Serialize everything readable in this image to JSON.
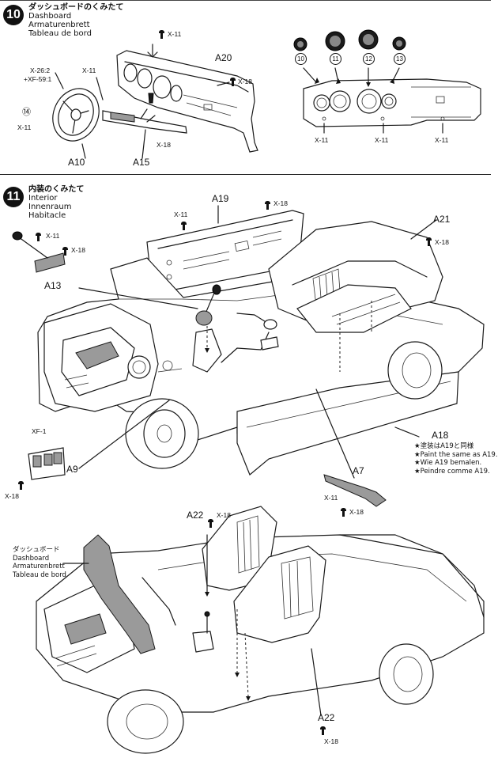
{
  "steps": [
    {
      "number": "10",
      "title_jp": "ダッシュボードのくみたて",
      "title_en": "Dashboard",
      "title_de": "Armaturenbrett",
      "title_fr": "Tableau de bord"
    },
    {
      "number": "11",
      "title_jp": "内装のくみたて",
      "title_en": "Interior",
      "title_de": "Innenraum",
      "title_fr": "Habitacle"
    }
  ],
  "parts": {
    "a20": "A20",
    "a10": "A10",
    "a15": "A15",
    "a19": "A19",
    "a21": "A21",
    "a13": "A13",
    "a18": "A18",
    "a9": "A9",
    "a7": "A7",
    "a22_top": "A22",
    "a22_bottom": "A22",
    "xf1": "XF-1"
  },
  "hardware": {
    "x11": "X-11",
    "x18": "X-18",
    "x26": "X-26:2",
    "xf59": "+XF-59:1"
  },
  "callouts": {
    "c10": "⑩",
    "c11": "⑪",
    "c12": "⑫",
    "c13": "⑬",
    "c14": "⑭"
  },
  "gauge_circles": [
    "10",
    "11",
    "12",
    "13"
  ],
  "steering_circle": "14",
  "paint_note": {
    "jp": "★塗装はA19と同様",
    "en": "★Paint the same as A19.",
    "de": "★Wie A19 bemalen.",
    "fr": "★Peindre comme A19."
  },
  "dashboard_label": {
    "jp": "ダッシュボード",
    "en": "Dashboard",
    "de": "Armaturenbrett",
    "fr": "Tableau de bord"
  }
}
